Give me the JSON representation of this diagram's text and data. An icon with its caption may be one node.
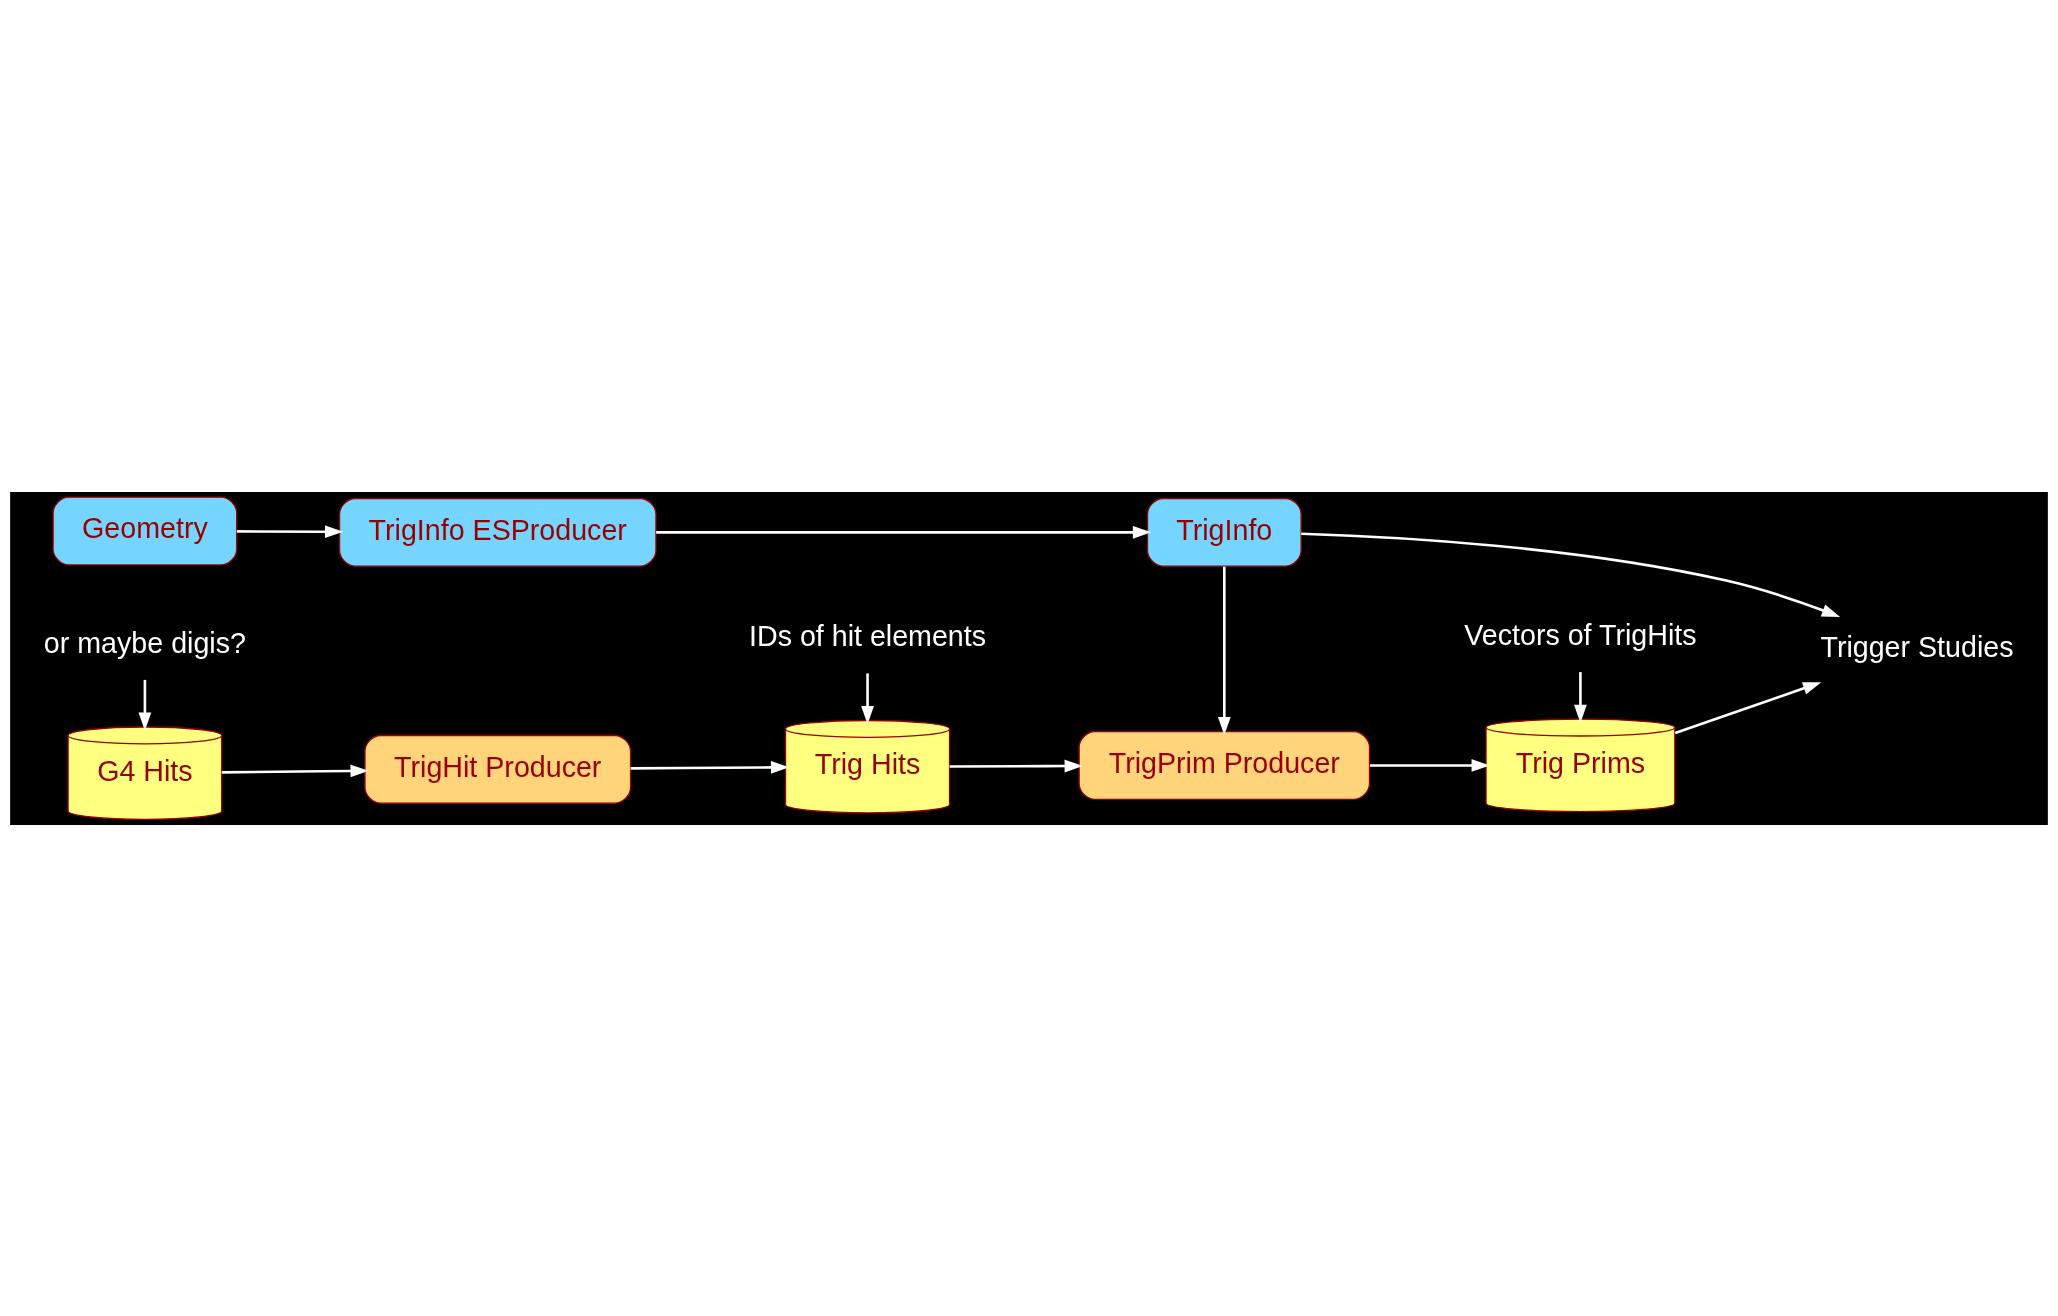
{
  "diagram": {
    "nodes": [
      {
        "text": [
          "Geometry"
        ]
      },
      {
        "text": [
          "TrigInfo ESProducer"
        ]
      },
      {
        "text": [
          "TrigInfo"
        ]
      },
      {
        "text": [
          "TrigHit Producer"
        ]
      },
      {
        "text": [
          "TrigPrim Producer"
        ]
      },
      {
        "text": [
          "G4 Hits"
        ]
      },
      {
        "text": [
          "Trig Hits"
        ]
      },
      {
        "text": [
          "Trig Prims"
        ]
      },
      {
        "text": [
          "Trigger Studies"
        ]
      },
      {
        "text": [
          "or maybe digis?"
        ]
      },
      {
        "text": [
          "IDs of hit elements"
        ]
      },
      {
        "text": [
          "Vectors of TrigHits"
        ]
      }
    ],
    "edges": [
      {
        "from": 0,
        "to": 1,
        "arrow": "to"
      },
      {
        "from": 1,
        "to": 2,
        "arrow": "to"
      },
      {
        "from": 2,
        "to": 8,
        "arrow": "to"
      },
      {
        "from": 2,
        "to": 4,
        "arrow": "to"
      },
      {
        "from": 5,
        "to": 3,
        "arrow": "to"
      },
      {
        "from": 3,
        "to": 6,
        "arrow": "to"
      },
      {
        "from": 6,
        "to": 4,
        "arrow": "to"
      },
      {
        "from": 4,
        "to": 7,
        "arrow": "to"
      },
      {
        "from": 7,
        "to": 8,
        "arrow": "to"
      },
      {
        "from": 9,
        "to": 5,
        "arrow": "to"
      },
      {
        "from": 10,
        "to": 6,
        "arrow": "to"
      },
      {
        "from": 11,
        "to": 7,
        "arrow": "to"
      }
    ]
  }
}
